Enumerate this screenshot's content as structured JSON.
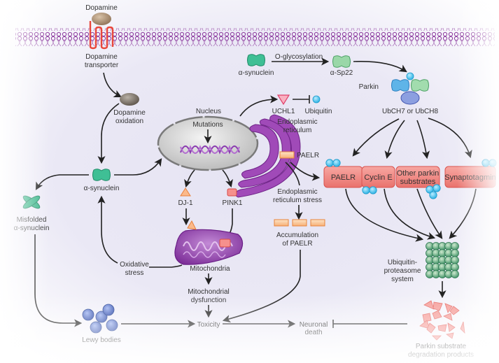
{
  "title": "Parkinson's disease pathway: dopamine, alpha-synuclein, parkin and the ubiquitin-proteasome system",
  "colors": {
    "membrane": "#8a3a9a",
    "synuclein_green": "#2aa77f",
    "sp22_green": "#6cc48a",
    "parkin_blue": "#2e8fd6",
    "ubiquitin_cyan": "#34c0ee",
    "substrate_box": "#ee7f7b",
    "paelr_orange": "#f6a868",
    "lewy_blue": "#3a5bbf",
    "proteasome_green": "#3f9a6b",
    "mito_purple": "#8e3aa8",
    "nucleus_gray": "#c8c8c8",
    "arrow": "#222222"
  },
  "nodes": {
    "dopamine": {
      "label": "Dopamine",
      "icon": "dopamine-molecule-icon"
    },
    "dopamine_transporter": {
      "line1": "Dopamine",
      "line2": "transporter",
      "icon": "transporter-protein-icon"
    },
    "dopamine_oxidation": {
      "line1": "Dopamine",
      "line2": "oxidation",
      "icon": "oxidized-dopamine-icon"
    },
    "synuclein_top": {
      "label": "α-synuclein",
      "icon": "alpha-synuclein-icon"
    },
    "o_glycosylation": {
      "label": "O-glycosylation"
    },
    "sp22": {
      "label": "α-Sp22",
      "icon": "alpha-sp22-icon"
    },
    "parkin": {
      "label": "Parkin",
      "icon": "parkin-complex-icon"
    },
    "ubch": {
      "label": "UbCH7 or UbCH8"
    },
    "nucleus": {
      "label": "Nucleus",
      "icon": "nucleus-icon"
    },
    "mutations": {
      "label": "Mutations",
      "icon": "dna-icon"
    },
    "uchl1": {
      "label": "UCHL1",
      "icon": "uchl1-triangle-icon"
    },
    "ubiquitin": {
      "label": "Ubiquitin",
      "icon": "ubiquitin-icon"
    },
    "er": {
      "line1": "Endoplasmic",
      "line2": "reticulum",
      "icon": "er-icon"
    },
    "paelr_er": {
      "label": "PAELR",
      "icon": "paelr-icon"
    },
    "synuclein_mid": {
      "label": "α-synuclein",
      "icon": "alpha-synuclein-icon"
    },
    "misfolded": {
      "line1": "Misfolded",
      "line2": "α-synuclein",
      "icon": "misfolded-synuclein-icon"
    },
    "dj1": {
      "label": "DJ-1",
      "icon": "dj1-triangle-icon"
    },
    "pink1": {
      "label": "PINK1",
      "icon": "pink1-square-icon"
    },
    "er_stress": {
      "line1": "Endoplasmic",
      "line2": "reticulum stress"
    },
    "accumulation": {
      "line1": "Accumulation",
      "line2": "of PAELR",
      "icon": "paelr-accumulation-icon"
    },
    "mitochondria": {
      "label": "Mitochondria",
      "icon": "mitochondrion-icon"
    },
    "oxidative_stress": {
      "line1": "Oxidative",
      "line2": "stress"
    },
    "mito_dysfunction": {
      "line1": "Mitochondrial",
      "line2": "dysfunction"
    },
    "lewy_bodies": {
      "label": "Lewy bodies",
      "icon": "lewy-bodies-icon"
    },
    "toxicity": {
      "label": "Toxicity"
    },
    "neuronal_death": {
      "line1": "Neuronal",
      "line2": "death"
    },
    "ups": {
      "line1": "Ubiquitin-",
      "line2": "proteasome",
      "line3": "system",
      "icon": "proteasome-icon"
    },
    "degradation": {
      "line1": "Parkin substrate",
      "line2": "degradation products",
      "icon": "degradation-fragments-icon"
    }
  },
  "substrates": [
    {
      "line1": "PAELR",
      "line2": "",
      "ubiquitin_count": 2,
      "ubiquitin_position": "top-left"
    },
    {
      "line1": "Cyclin E",
      "line2": "",
      "ubiquitin_count": 2,
      "ubiquitin_position": "bottom-left"
    },
    {
      "line1": "Other parkin",
      "line2": "substrates",
      "ubiquitin_count": 3,
      "ubiquitin_position": "bottom-right"
    },
    {
      "line1": "Synaptotagmin",
      "line2": "",
      "ubiquitin_count": 2,
      "ubiquitin_position": "top-right"
    }
  ],
  "edges": [
    {
      "from": "dopamine_transporter",
      "to": "dopamine_oxidation",
      "type": "activates"
    },
    {
      "from": "dopamine_oxidation",
      "to": "synuclein_mid",
      "type": "activates"
    },
    {
      "from": "synuclein_mid",
      "to": "nucleus",
      "type": "activates"
    },
    {
      "from": "synuclein_mid",
      "to": "misfolded",
      "type": "activates"
    },
    {
      "from": "synuclein_top",
      "to": "sp22",
      "type": "activates",
      "label": "O-glycosylation"
    },
    {
      "from": "sp22",
      "to": "parkin",
      "type": "activates"
    },
    {
      "from": "nucleus",
      "to": "uchl1",
      "type": "activates"
    },
    {
      "from": "uchl1",
      "to": "ubiquitin",
      "type": "inhibits"
    },
    {
      "from": "mutations",
      "to": "dna",
      "type": "activates"
    },
    {
      "from": "nucleus",
      "to": "dj1",
      "type": "activates"
    },
    {
      "from": "nucleus",
      "to": "pink1",
      "type": "activates"
    },
    {
      "from": "dj1",
      "to": "mitochondria",
      "type": "activates"
    },
    {
      "from": "pink1",
      "to": "mitochondria",
      "type": "activates"
    },
    {
      "from": "ubch",
      "to": "substrates",
      "type": "activates"
    },
    {
      "from": "paelr_er",
      "to": "PAELR",
      "type": "activates"
    },
    {
      "from": "paelr_er",
      "to": "er_stress",
      "type": "activates"
    },
    {
      "from": "er_stress",
      "to": "accumulation",
      "type": "activates"
    },
    {
      "from": "substrates",
      "to": "ups",
      "type": "activates"
    },
    {
      "from": "ups",
      "to": "degradation",
      "type": "activates"
    },
    {
      "from": "mitochondria",
      "to": "oxidative_stress",
      "type": "activates"
    },
    {
      "from": "oxidative_stress",
      "to": "synuclein_mid",
      "type": "activates"
    },
    {
      "from": "mitochondria",
      "to": "mito_dysfunction",
      "type": "activates"
    },
    {
      "from": "mito_dysfunction",
      "to": "toxicity",
      "type": "activates"
    },
    {
      "from": "accumulation",
      "to": "toxicity",
      "type": "activates"
    },
    {
      "from": "misfolded",
      "to": "lewy_bodies",
      "type": "activates"
    },
    {
      "from": "lewy_bodies",
      "to": "toxicity",
      "type": "activates"
    },
    {
      "from": "toxicity",
      "to": "neuronal_death",
      "type": "activates"
    },
    {
      "from": "degradation",
      "to": "neuronal_death",
      "type": "inhibits"
    }
  ]
}
